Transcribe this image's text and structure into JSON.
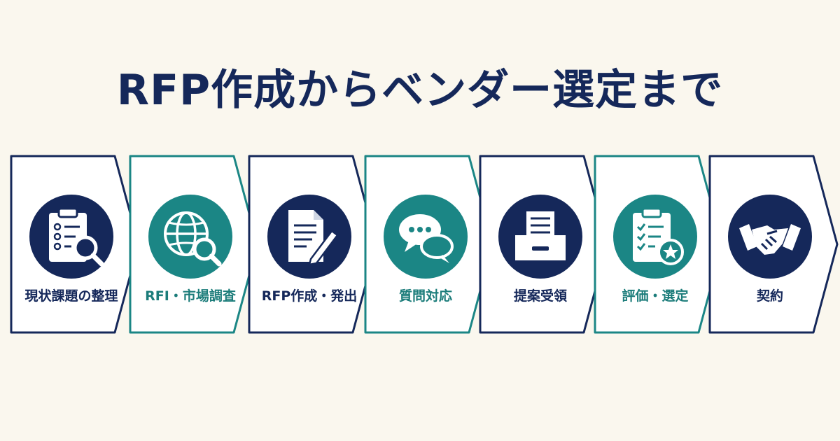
{
  "title": "RFP作成からベンダー選定まで",
  "colors": {
    "navy": "#15285a",
    "teal": "#1b8685",
    "background": "#faf7ee"
  },
  "steps": [
    {
      "label": "現状課題の整理",
      "icon": "clipboard-search-icon",
      "theme": "navy"
    },
    {
      "label": "RFI・市場調査",
      "icon": "globe-search-icon",
      "theme": "teal"
    },
    {
      "label": "RFP作成・発出",
      "icon": "document-pen-icon",
      "theme": "navy"
    },
    {
      "label": "質問対応",
      "icon": "chat-bubbles-icon",
      "theme": "teal"
    },
    {
      "label": "提案受領",
      "icon": "inbox-tray-icon",
      "theme": "navy"
    },
    {
      "label": "評価・選定",
      "icon": "checklist-star-icon",
      "theme": "teal"
    },
    {
      "label": "契約",
      "icon": "handshake-icon",
      "theme": "navy"
    }
  ]
}
